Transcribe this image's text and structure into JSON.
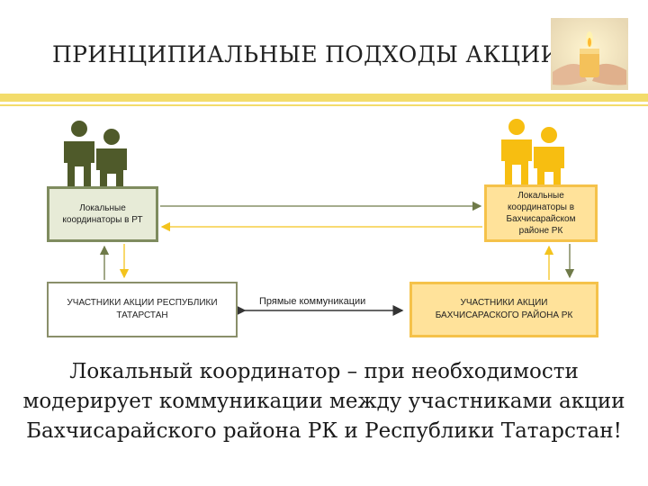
{
  "slide": {
    "title": "ПРИНЦИПИАЛЬНЫЕ ПОДХОДЫ АКЦИИ",
    "image_icon": "candle-in-hands-photo"
  },
  "diagram": {
    "coordinators_rt": "Локальные координаторы в РТ",
    "coordinators_rk": "Локальные координаторы в Бахчисарайском районе РК",
    "participants_rt": "УЧАСТНИКИ АКЦИИ РЕСПУБЛИКИ ТАТАРСТАН",
    "participants_rk": "УЧАСТНИКИ АКЦИИ БАХЧИСАРАСКОГО РАЙОНА РК",
    "direct_label": "Прямые коммуникации"
  },
  "colors": {
    "green_people": "#4f5a2a",
    "yellow_people": "#f7be11",
    "accent_rule": "#f3dc6b",
    "green_arrow": "#6f7a49",
    "yellow_arrow": "#f3c31d"
  },
  "body_text": "Локальный координатор – при необходимости модерирует коммуникации между участниками акции Бахчисарайского района РК и Республики Татарстан!"
}
